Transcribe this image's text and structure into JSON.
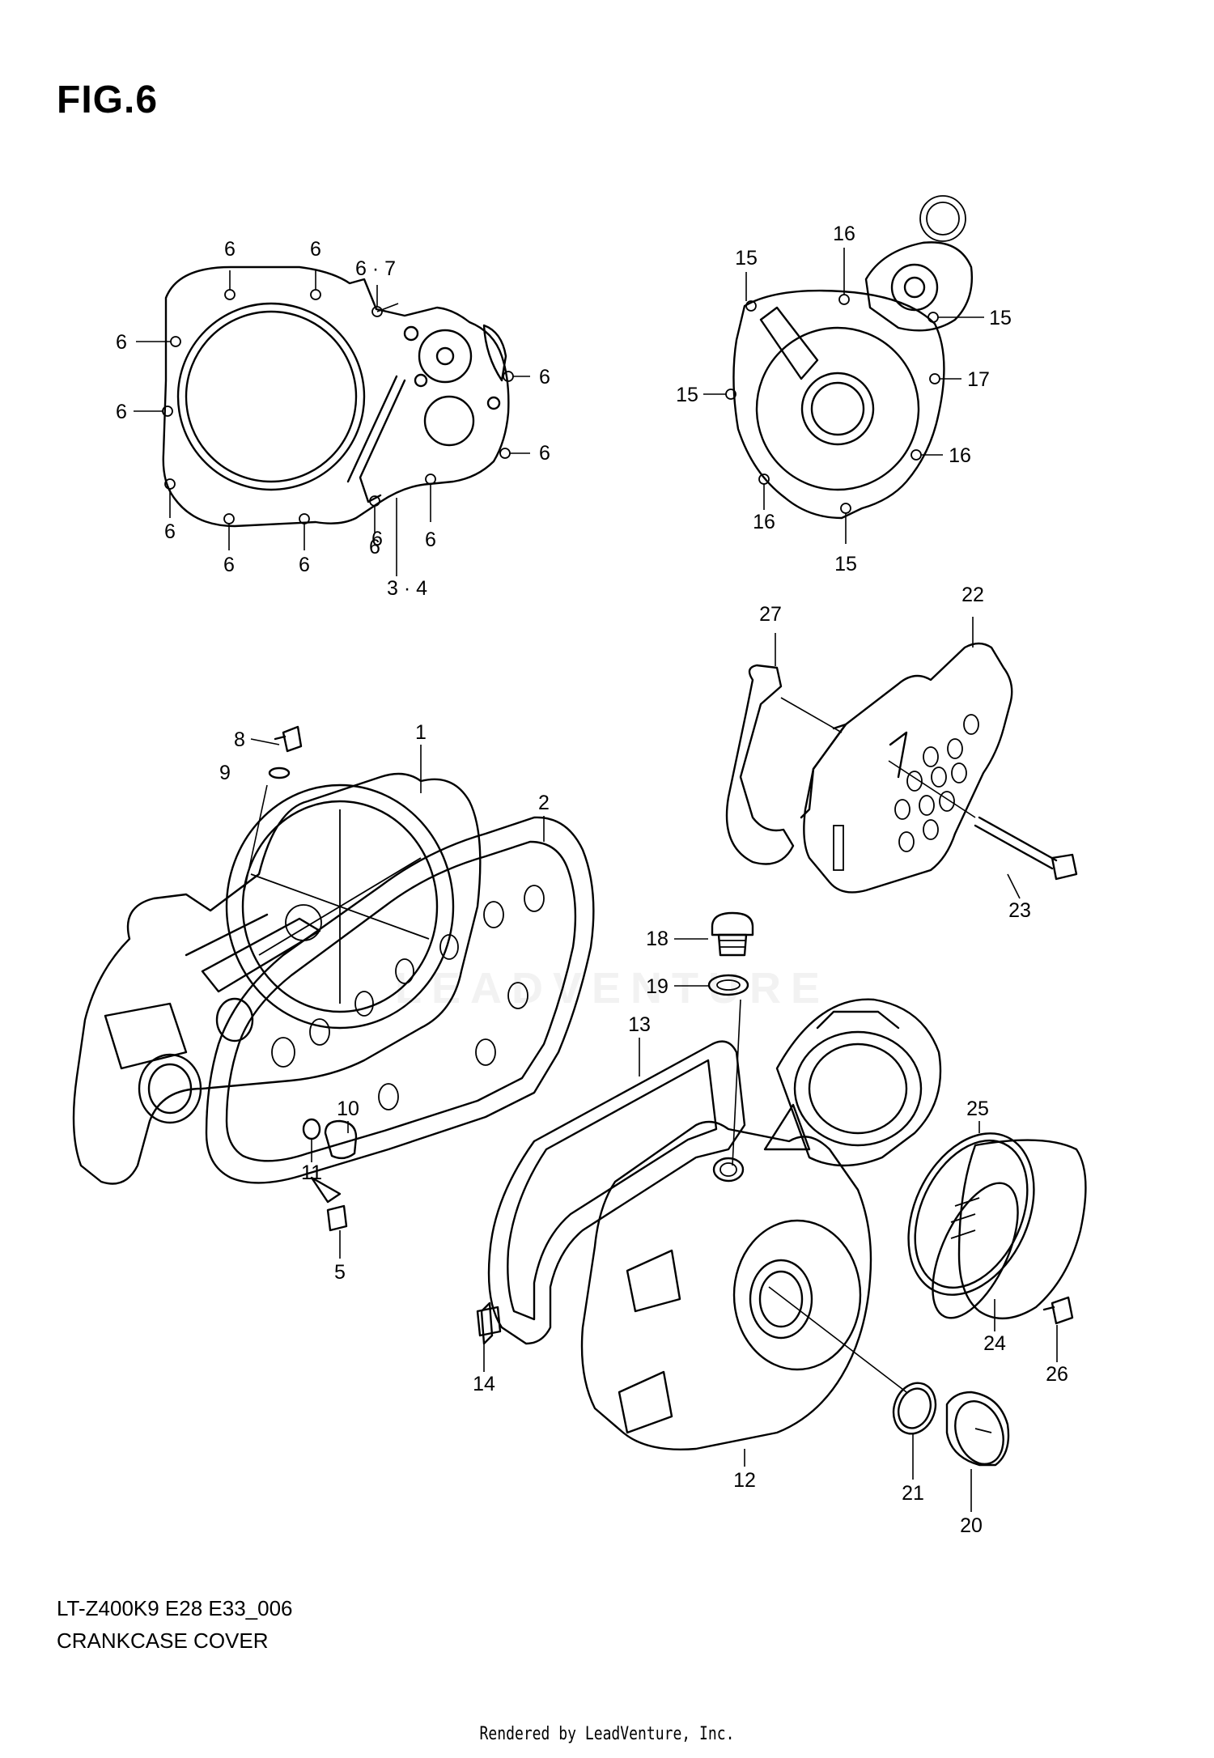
{
  "figure": {
    "title": "FIG.6",
    "model_code": "LT-Z400K9 E28 E33_006",
    "section_name": "CRANKCASE COVER",
    "credit": "Rendered by LeadVenture, Inc.",
    "watermark": "LEADVENTURE"
  },
  "callouts": [
    "1",
    "2",
    "3 · 4",
    "5",
    "6",
    "6",
    "6",
    "6",
    "6",
    "6",
    "6",
    "6",
    "6",
    "6",
    "6",
    "6",
    "6 · 7",
    "8",
    "9",
    "10",
    "11",
    "12",
    "13",
    "14",
    "15",
    "15",
    "15",
    "15",
    "16",
    "16",
    "16",
    "17",
    "18",
    "19",
    "20",
    "21",
    "22",
    "23",
    "24",
    "25",
    "26",
    "27"
  ]
}
